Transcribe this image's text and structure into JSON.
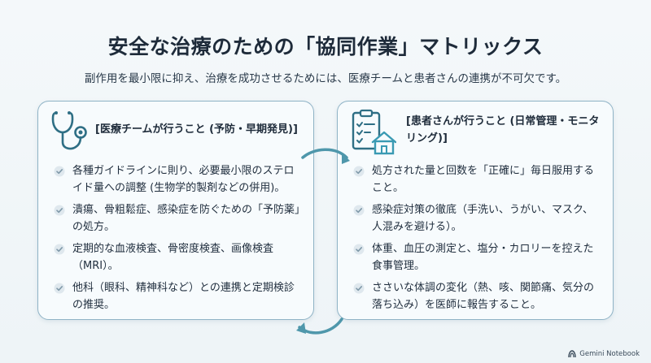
{
  "title": "安全な治療のための「協同作業」マトリックス",
  "subtitle": "副作用を最小限に抑え、治療を成功させるためには、医療チームと患者さんの連携が不可欠です。",
  "left_card": {
    "icon": "stethoscope-icon",
    "title": "[医療チームが行うこと (予防・早期発見)]",
    "items": [
      "各種ガイドラインに則り、必要最小限のステロイド量への調整 (生物学的製剤などの併用)。",
      "潰瘍、骨粗鬆症、感染症を防ぐための「予防薬」の処方。",
      "定期的な血液検査、骨密度検査、画像検査（MRI）。",
      "他科（眼科、精神科など）との連携と定期検診の推奨。"
    ]
  },
  "right_card": {
    "icon": "clipboard-home-icon",
    "title": "[患者さんが行うこと (日常管理・モニタリング)]",
    "items": [
      "処方された量と回数を「正確に」毎日服用すること。",
      "感染症対策の徹底（手洗い、うがい、マスク、人混みを避ける）。",
      "体重、血圧の測定と、塩分・カロリーを控えた食事管理。",
      "ささいな体調の変化（熱、咳、関節痛、気分の落ち込み）を医師に報告すること。"
    ]
  },
  "brand": "Gemini Notebook",
  "colors": {
    "accent": "#5a97ad",
    "border": "#8fb3c6",
    "check": "#8fa9b8"
  }
}
